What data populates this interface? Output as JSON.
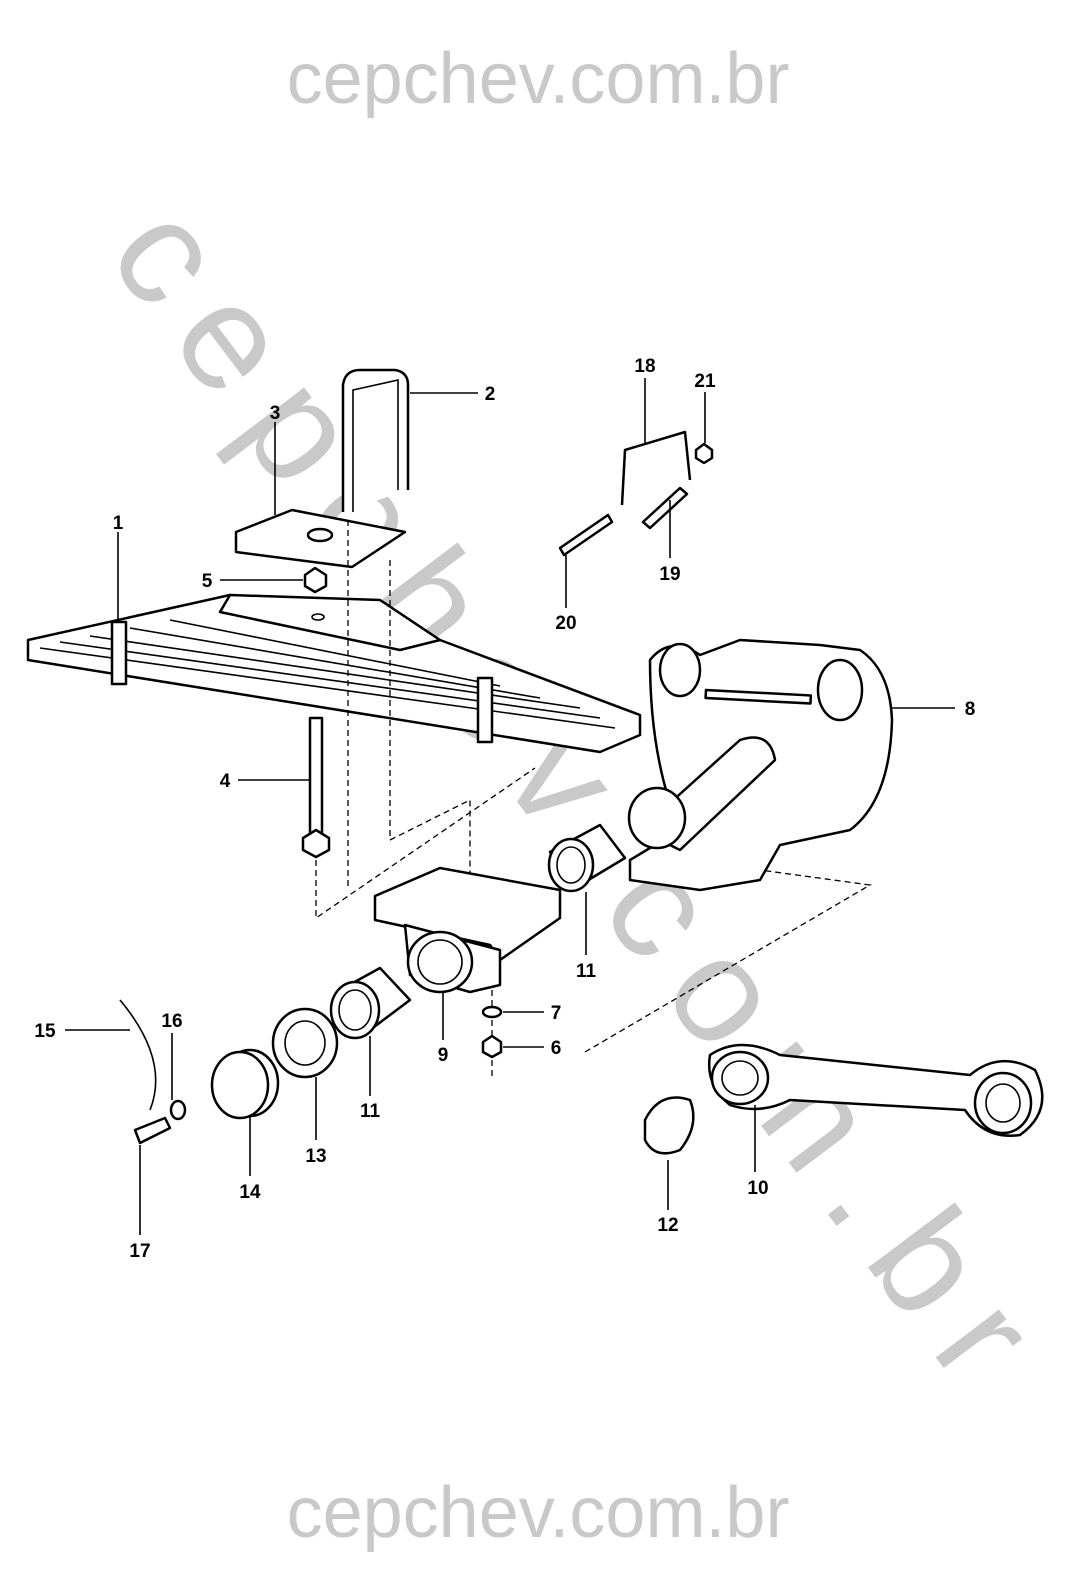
{
  "watermark": {
    "top": "cepchev.com.br",
    "diagonal": "cepchev.com.br",
    "bottom": "cepchev.com.br",
    "color": "#c9c9c9"
  },
  "callouts": {
    "c1": "1",
    "c2": "2",
    "c3": "3",
    "c4": "4",
    "c5": "5",
    "c6": "6",
    "c7": "7",
    "c8": "8",
    "c9": "9",
    "c10": "10",
    "c11a": "11",
    "c11b": "11",
    "c12": "12",
    "c13": "13",
    "c14": "14",
    "c15": "15",
    "c16": "16",
    "c17": "17",
    "c18": "18",
    "c19": "19",
    "c20": "20",
    "c21": "21"
  }
}
